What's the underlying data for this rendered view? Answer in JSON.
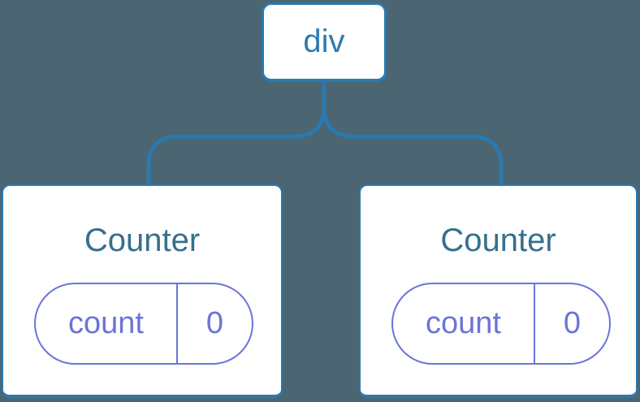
{
  "diagram": {
    "type": "component-tree",
    "colors": {
      "background": "#4b6672",
      "line_blue": "#2a79af",
      "node_fill": "#ffffff",
      "root_label_blue": "#2f7bae",
      "title_blue": "#35708e",
      "state_purple": "#6b74da"
    },
    "root": {
      "label": "div"
    },
    "children": [
      {
        "title": "Counter",
        "state": {
          "key": "count",
          "value": "0"
        }
      },
      {
        "title": "Counter",
        "state": {
          "key": "count",
          "value": "0"
        }
      }
    ]
  }
}
